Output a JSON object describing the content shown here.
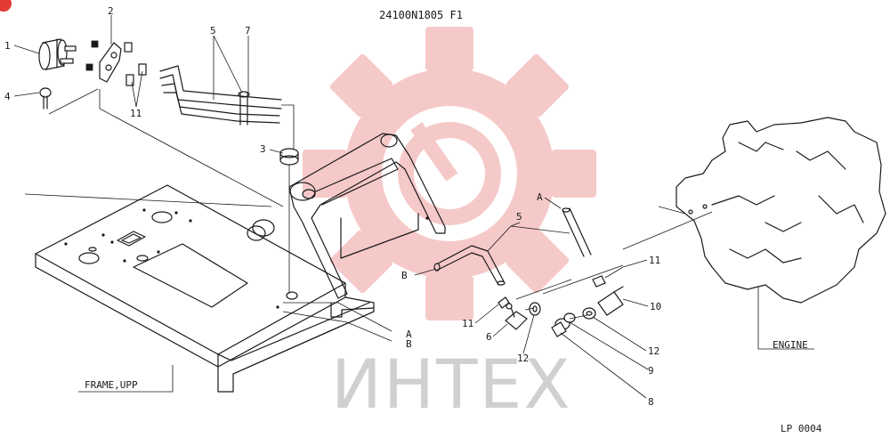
{
  "header": {
    "part_code": "24100N1805  F1"
  },
  "footer": {
    "sheet_id": "LP 0004"
  },
  "labels": {
    "engine": "ENGINE",
    "frame": "FRAME,UPP",
    "ref_a_frame": "A",
    "ref_b_frame": "B",
    "ref_a_hose": "A",
    "ref_b_hose": "B"
  },
  "callouts": {
    "c1": "1",
    "c2": "2",
    "c3": "3",
    "c4": "4",
    "c5_top": "5",
    "c5_mid": "5",
    "c6": "6",
    "c7": "7",
    "c8": "8",
    "c9": "9",
    "c10": "10",
    "c11_top": "11",
    "c11_left": "11",
    "c11_right": "11",
    "c12_left": "12",
    "c12_right": "12"
  },
  "watermark": {
    "text": "ИНТЕХ",
    "gear_color": "#f6c9c9",
    "text_color": "#d0d0d0"
  },
  "colors": {
    "ink": "#1a1a1a",
    "badge": "#e53935"
  }
}
